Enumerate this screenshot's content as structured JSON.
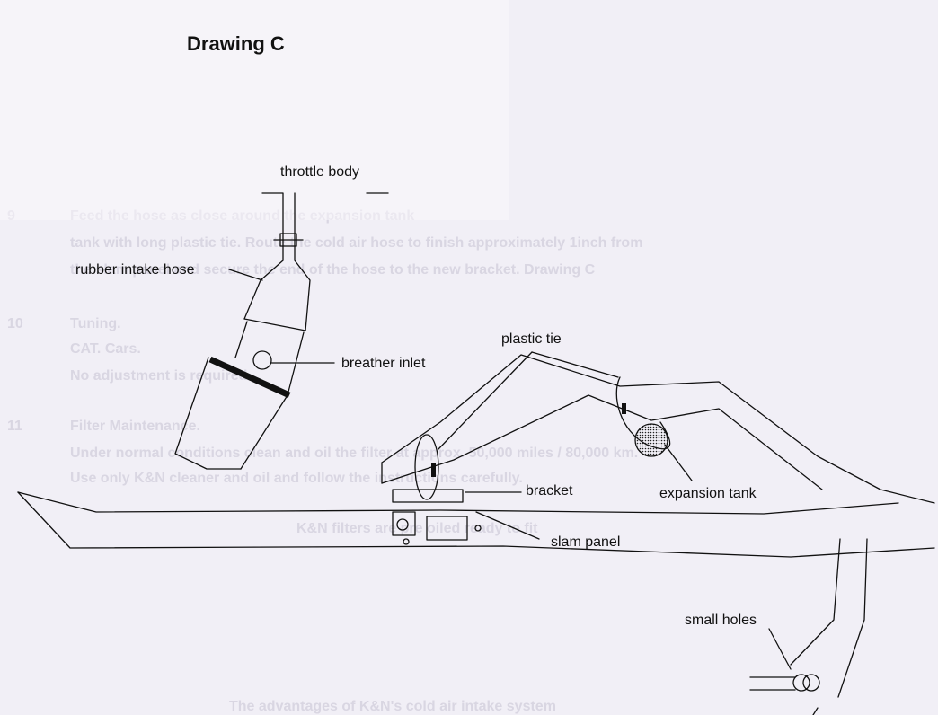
{
  "diagram": {
    "title": "Drawing C",
    "labels": {
      "throttle_body": "throttle body",
      "rubber_intake_hose": "rubber intake hose",
      "breather_inlet": "breather inlet",
      "plastic_tie": "plastic tie",
      "bracket": "bracket",
      "expansion_tank": "expansion tank",
      "slam_panel": "slam panel",
      "small_holes": "small holes"
    }
  },
  "background_text": {
    "step9_num": "9",
    "step9_line1": "Feed the hose as close around the expansion tank",
    "step9_line2": "tank with long plastic tie. Route the cold air hose to finish approximately 1inch from",
    "step9_line3": "the slam panel and secure the end of the hose to the new bracket. Drawing C",
    "step10_num": "10",
    "tuning": "Tuning.",
    "cat_cars": "CAT. Cars.",
    "no_adjust": "No adjustment is required.",
    "step11_num": "11",
    "filter_maint": "Filter Maintenance.",
    "under_normal": "Under normal conditions clean and oil the filter at approx. 50,000 miles / 80,000 km.",
    "use_only": "Use only K&N cleaner and oil and follow the instructions carefully.",
    "kn_filters": "K&N filters are pre oiled ready to fit",
    "advantages": "The advantages of K&N's cold air intake system"
  },
  "colors": {
    "paper": "#f1eff6",
    "paper_patch": "#f9f8fc",
    "ink": "#111111",
    "faded": "#d9d6e2"
  }
}
